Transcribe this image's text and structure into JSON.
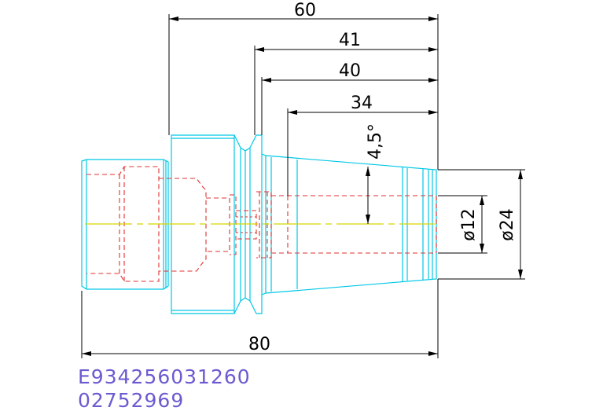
{
  "dimensions": {
    "d60": "60",
    "d41": "41",
    "d40": "40",
    "d34": "34",
    "angle": "4,5°",
    "dia12": "ø12",
    "dia24": "ø24",
    "d80": "80"
  },
  "codes": {
    "line1": "E934256031260",
    "line2": "02752969"
  },
  "colors": {
    "outline": "#00c8e6",
    "hidden": "#e03030",
    "centerline": "#d8d800",
    "dimension": "#000000",
    "code": "#6a5bd0"
  }
}
